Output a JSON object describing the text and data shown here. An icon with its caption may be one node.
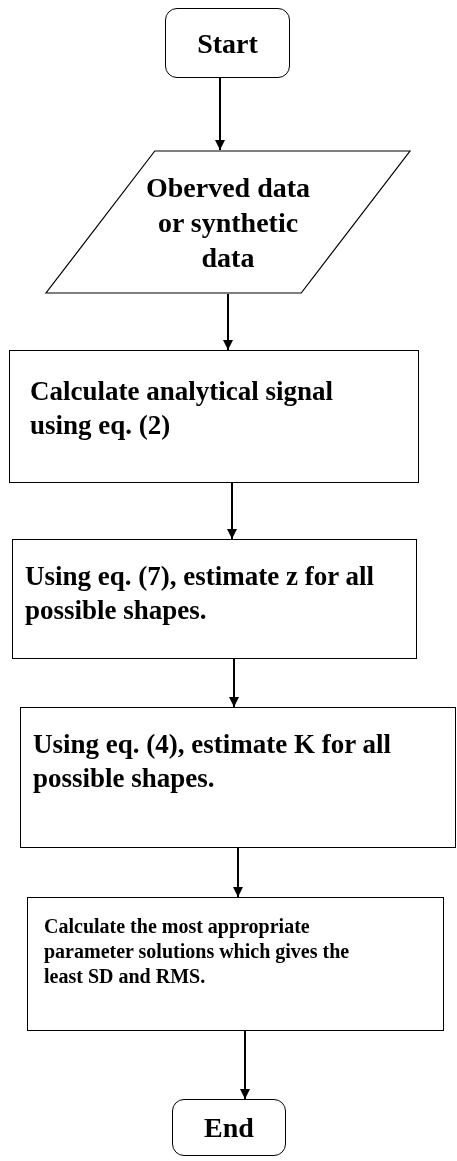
{
  "diagram": {
    "nodes": [
      {
        "text": [
          "Start"
        ]
      },
      {
        "text": [
          "Oberved data or synthetic data"
        ]
      },
      {
        "text": [
          "Calculate analytical signal using eq. (2)"
        ]
      },
      {
        "text": [
          "Using eq. (7), estimate z for all possible shapes."
        ]
      },
      {
        "text": [
          "Using eq. (4), estimate K for all possible shapes."
        ]
      },
      {
        "text": [
          "Calculate the most appropriate parameter solutions which gives the least SD and RMS."
        ]
      },
      {
        "text": [
          "End"
        ]
      }
    ],
    "edges": [
      {
        "from": 0,
        "to": 1,
        "arrow": "to"
      },
      {
        "from": 1,
        "to": 2,
        "arrow": "to"
      },
      {
        "from": 2,
        "to": 3,
        "arrow": "to"
      },
      {
        "from": 3,
        "to": 4,
        "arrow": "to"
      },
      {
        "from": 4,
        "to": 5,
        "arrow": "to"
      },
      {
        "from": 5,
        "to": 6,
        "arrow": "to"
      }
    ]
  }
}
